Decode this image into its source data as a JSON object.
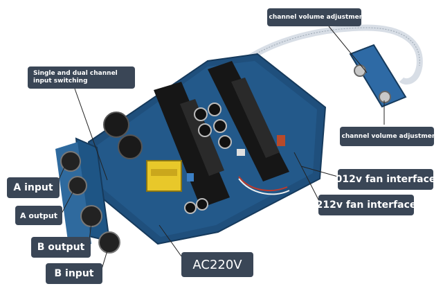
{
  "labels": {
    "b_volume": "B channel volume adjustment",
    "input_switching": "Single and dual channel\ninput switching",
    "a_volume": "A channel volume adjustment",
    "fan_012v": "012v fan interface",
    "fan_212v": "212v fan interface",
    "a_input": "A input",
    "a_output": "A output",
    "b_output": "B output",
    "b_input": "B input",
    "ac220v": "AC220V"
  },
  "colors": {
    "callout_bg": "#3a4656",
    "callout_text": "#ffffff",
    "pcb_blue": "#1f4f7c",
    "heatsink": "#1a1a1a",
    "leader_line": "#222222"
  }
}
